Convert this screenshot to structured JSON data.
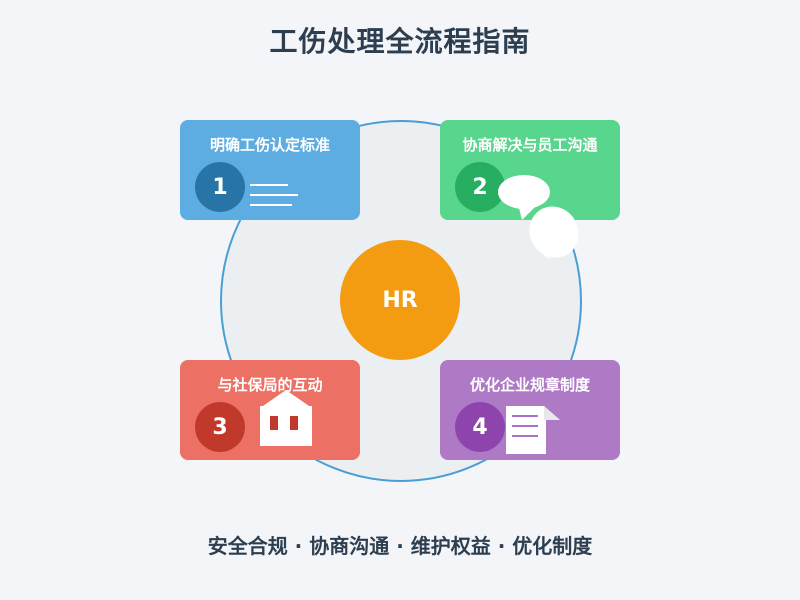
{
  "title": "工伤处理全流程指南",
  "center": {
    "label": "HR"
  },
  "steps": [
    {
      "number": "1",
      "label": "明确工伤认定标准",
      "icon": "document-lines-icon",
      "color": "#5dade2"
    },
    {
      "number": "2",
      "label": "协商解决与员工沟通",
      "icon": "chat-bubbles-icon",
      "color": "#58d68d"
    },
    {
      "number": "3",
      "label": "与社保局的互动",
      "icon": "building-icon",
      "color": "#ec7063"
    },
    {
      "number": "4",
      "label": "优化企业规章制度",
      "icon": "policy-document-icon",
      "color": "#af7ac5"
    }
  ],
  "footer": "安全合规 · 协商沟通 · 维护权益 · 优化制度"
}
